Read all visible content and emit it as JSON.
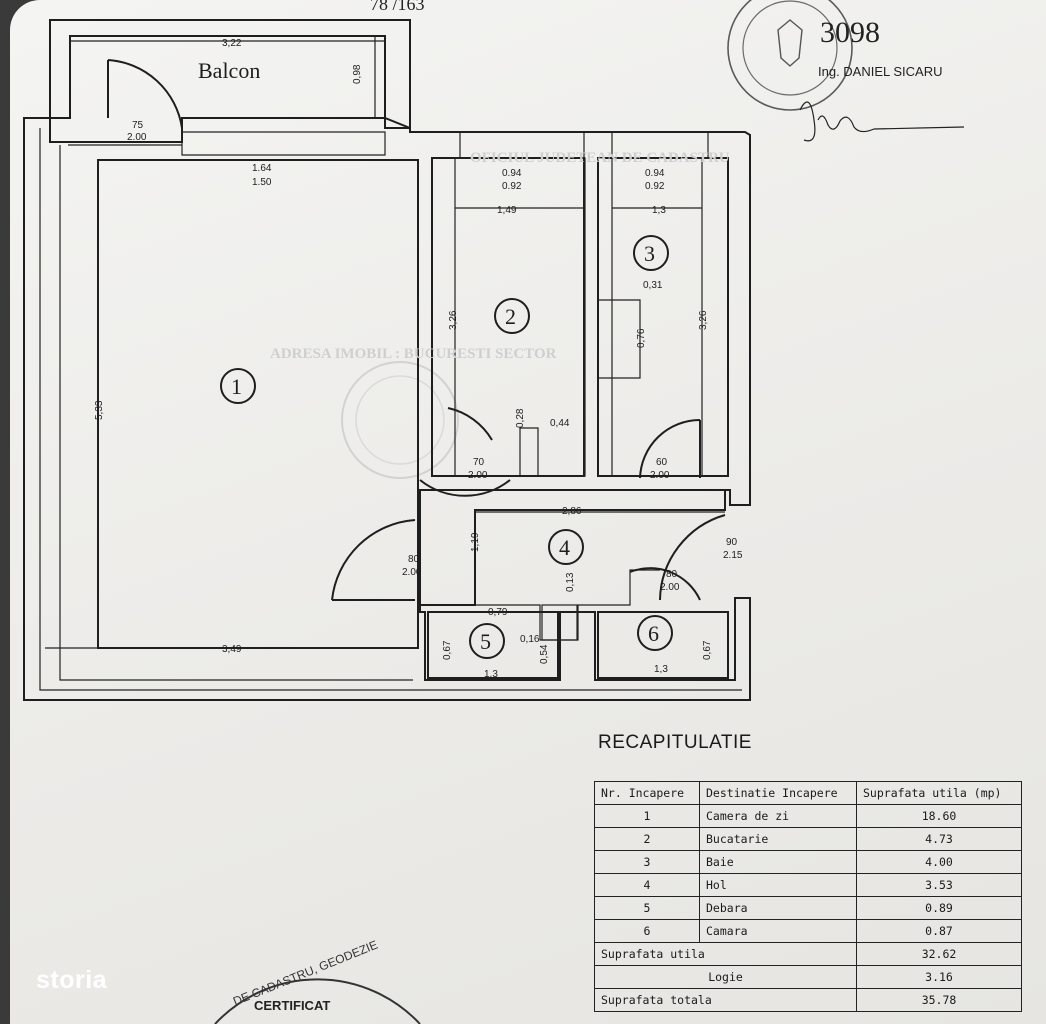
{
  "header_ref": "78 /163",
  "stamp": {
    "number": "3098",
    "engineer": "Ing. DANIEL SICARU"
  },
  "plan": {
    "balcony_label": "Balcon",
    "rooms": [
      "1",
      "2",
      "3",
      "4",
      "5",
      "6"
    ],
    "dims": {
      "balcony_width": "3,22",
      "balcony_depth": "0,98",
      "door_balcony_w": "75",
      "door_balcony_h": "2.00",
      "window_room1_w": "1.64",
      "window_room1_h": "1.50",
      "window_room2_w": "0.94",
      "window_room2_h": "0.92",
      "window_room3_w": "0.94",
      "window_room3_h": "0.92",
      "room2_width": "1,49",
      "room3_width": "1,3",
      "room2_depth": "3,26",
      "room3_depth": "3,26",
      "room1_depth": "5,33",
      "room1_width": "3,49",
      "niche_a": "0,31",
      "niche_b": "0,76",
      "niche_c": "0,28",
      "niche_d": "0,44",
      "door2_w": "70",
      "door2_h": "2.00",
      "door3_w": "60",
      "door3_h": "2.00",
      "hall_width": "2,86",
      "hall_depth": "1,19",
      "door1_w": "80",
      "door1_h": "2.00",
      "entry_w": "90",
      "entry_h": "2.15",
      "door6_w": "80",
      "door6_h": "2.00",
      "hall_step": "0,13",
      "room5_top": "0,79",
      "room5_step": "0,16",
      "room5_side": "0,54",
      "room5_depth": "0,67",
      "room5_width": "1,3",
      "room6_width": "1,3",
      "room6_depth": "0,67"
    }
  },
  "recap": {
    "title": "RECAPITULATIE",
    "headers": [
      "Nr. Incapere",
      "Destinatie Incapere",
      "Suprafata utila (mp)"
    ],
    "rows": [
      {
        "nr": "1",
        "dest": "Camera de zi",
        "area": "18.60"
      },
      {
        "nr": "2",
        "dest": "Bucatarie",
        "area": "4.73"
      },
      {
        "nr": "3",
        "dest": "Baie",
        "area": "4.00"
      },
      {
        "nr": "4",
        "dest": "Hol",
        "area": "3.53"
      },
      {
        "nr": "5",
        "dest": "Debara",
        "area": "0.89"
      },
      {
        "nr": "6",
        "dest": "Camara",
        "area": "0.87"
      }
    ],
    "util_label": "Suprafata utila",
    "util_value": "32.62",
    "logie_label": "Logie",
    "logie_value": "3.16",
    "total_label": "Suprafata totala",
    "total_value": "35.78"
  },
  "bottom_stamp": {
    "arc_text": "DE CADASTRU, GEODEZIE",
    "label": "CERTIFICAT"
  },
  "watermark": "storia"
}
